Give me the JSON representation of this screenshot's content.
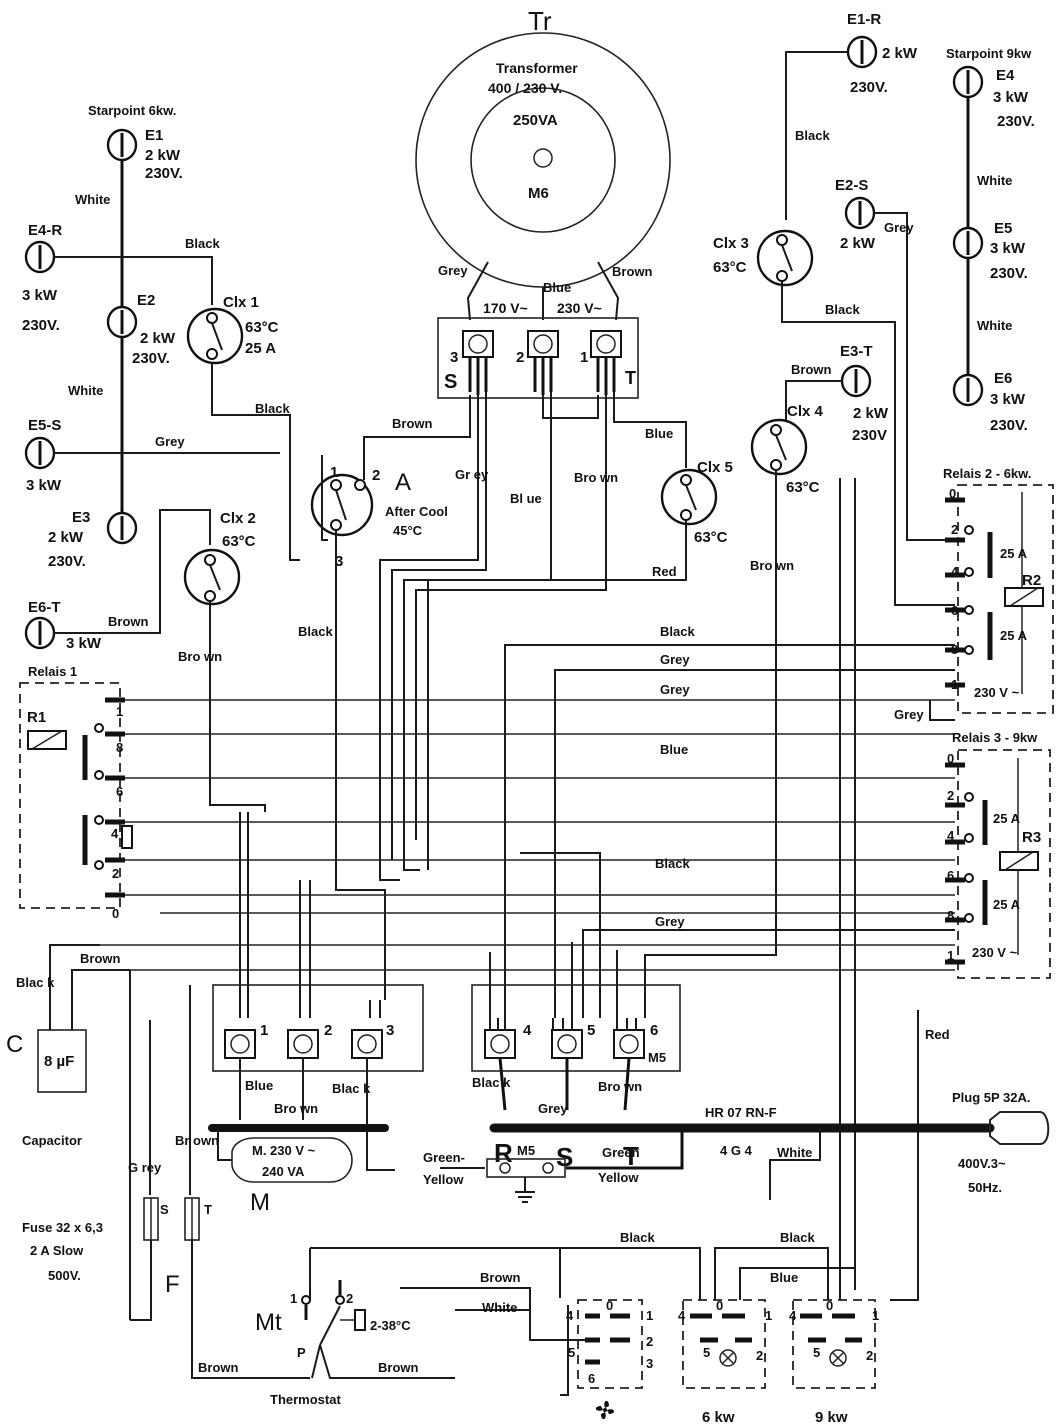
{
  "transformer": {
    "symbol": "Tr",
    "name": "Transformer",
    "ratio": "400 / 230 V.",
    "power": "250VA",
    "mount": "M6",
    "volt_170": "170 V~",
    "volt_230": "230 V~",
    "wire_grey": "Grey",
    "wire_blue": "Blue",
    "wire_brown": "Brown",
    "terminals": [
      "3",
      "2",
      "1"
    ],
    "phase_S": "S",
    "phase_T": "T"
  },
  "elements_left": {
    "starpoint": "Starpoint 6kw.",
    "e1": {
      "id": "E1",
      "power": "2 kW",
      "volt": "230V."
    },
    "e4r": {
      "id": "E4-R",
      "power": "3 kW",
      "volt": "230V."
    },
    "e2": {
      "id": "E2",
      "power": "2 kW",
      "volt": "230V."
    },
    "e5s": {
      "id": "E5-S",
      "power": "3 kW"
    },
    "e3": {
      "id": "E3",
      "power": "2 kW",
      "volt": "230V."
    },
    "e6t": {
      "id": "E6-T",
      "power": "3 kW"
    }
  },
  "elements_right": {
    "starpoint": "Starpoint 9kw",
    "e1r": {
      "id": "E1-R",
      "power": "2 kW",
      "volt": "230V."
    },
    "e4": {
      "id": "E4",
      "power": "3 kW",
      "volt": "230V."
    },
    "e2s": {
      "id": "E2-S",
      "power": "2 kW"
    },
    "e5": {
      "id": "E5",
      "power": "3 kW",
      "volt": "230V."
    },
    "e3t": {
      "id": "E3-T",
      "power": "2 kW",
      "volt": "230V"
    },
    "e6": {
      "id": "E6",
      "power": "3 kW",
      "volt": "230V."
    }
  },
  "thermostats": {
    "clx1": {
      "id": "Clx 1",
      "temp": "63°C",
      "amps": "25 A"
    },
    "clx2": {
      "id": "Clx 2",
      "temp": "63°C"
    },
    "clx3": {
      "id": "Clx 3",
      "temp": "63°C"
    },
    "clx4": {
      "id": "Clx 4",
      "temp": "63°C"
    },
    "clx5": {
      "id": "Clx 5",
      "temp": "63°C"
    },
    "aftercool": {
      "id": "A",
      "name": "After Cool",
      "temp": "45°C",
      "pins": [
        "1",
        "2",
        "3"
      ]
    }
  },
  "wires": {
    "white": "White",
    "black": "Black",
    "grey": "Grey",
    "brown": "Brown",
    "blue": "Blue",
    "red": "Red",
    "grey_split": "Gr  ey",
    "blue_split": "Bl  ue",
    "brown_split": "Bro  wn",
    "black_split": "Blac  k",
    "grey_split2": "G  rey",
    "brown_split2": "Br  own",
    "black_split2": "Bla  ck",
    "green_yellow1": "Green-",
    "green_yellow2": "Yellow",
    "green": "Green",
    "yellow": "Yellow"
  },
  "relay1": {
    "title": "Relais 1",
    "coil": "R1",
    "pins": [
      "1",
      "8",
      "6",
      "4",
      "2",
      "0"
    ]
  },
  "relay2": {
    "title": "Relais 2 - 6kw.",
    "coil": "R2",
    "rating": "25 A",
    "volt": "230 V ~",
    "pins": [
      "0",
      "2",
      "4",
      "6",
      "8",
      "1"
    ]
  },
  "relay3": {
    "title": "Relais 3 - 9kw",
    "coil": "R3",
    "rating": "25 A",
    "volt": "230 V ~",
    "pins": [
      "0",
      "2",
      "4",
      "6",
      "8",
      "1"
    ]
  },
  "terminals_left": {
    "pins": [
      "1",
      "2",
      "3"
    ]
  },
  "terminals_right": {
    "pins": [
      "4",
      "5",
      "6"
    ],
    "mount": "M5"
  },
  "mains": {
    "cable": "HR 07 RN-F",
    "cores": "4 G 4",
    "plug": "Plug 5P 32A.",
    "supply1": "400V.3~",
    "supply2": "50Hz.",
    "R": "R",
    "S": "S",
    "T": "T",
    "earth_mount": "M5"
  },
  "capacitor": {
    "symbol": "C",
    "value": "8 µF",
    "name": "Capacitor"
  },
  "motor": {
    "symbol": "M",
    "volt": "M. 230 V ~",
    "power": "240 VA"
  },
  "fuse": {
    "symbol": "F",
    "line1": "Fuse 32 x 6,3",
    "line2": "2 A Slow",
    "line3": "500V.",
    "s": "S",
    "t": "T"
  },
  "thermostat": {
    "symbol": "Mt",
    "name": "Thermostat",
    "range": "2-38°C",
    "p": "P",
    "pin1": "1",
    "pin2": "2"
  },
  "switches": {
    "fan": {
      "icon": "fan-icon",
      "pins": [
        "4",
        "0",
        "1",
        "2",
        "5",
        "3",
        "6"
      ]
    },
    "sw6": {
      "label": "6 kw",
      "pins": [
        "4",
        "0",
        "1",
        "5",
        "2"
      ]
    },
    "sw9": {
      "label": "9 kw",
      "pins": [
        "4",
        "0",
        "1",
        "5",
        "2"
      ]
    }
  }
}
